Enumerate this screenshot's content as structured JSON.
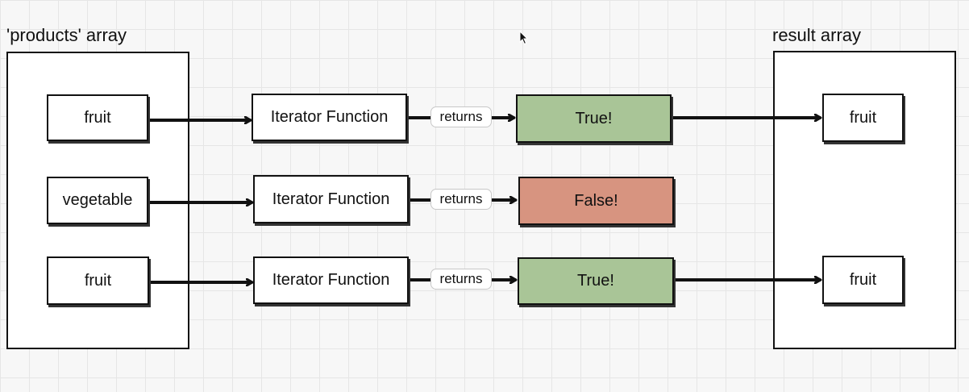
{
  "titles": {
    "left": "'products' array",
    "right": "result array"
  },
  "rows": [
    {
      "item": "fruit",
      "iterator": "Iterator Function",
      "returns": "returns",
      "result": "True!",
      "result_color": "#a9c597",
      "output": "fruit"
    },
    {
      "item": "vegetable",
      "iterator": "Iterator Function",
      "returns": "returns",
      "result": "False!",
      "result_color": "#d79480",
      "output": null
    },
    {
      "item": "fruit",
      "iterator": "Iterator Function",
      "returns": "returns",
      "result": "True!",
      "result_color": "#a9c597",
      "output": "fruit"
    }
  ]
}
